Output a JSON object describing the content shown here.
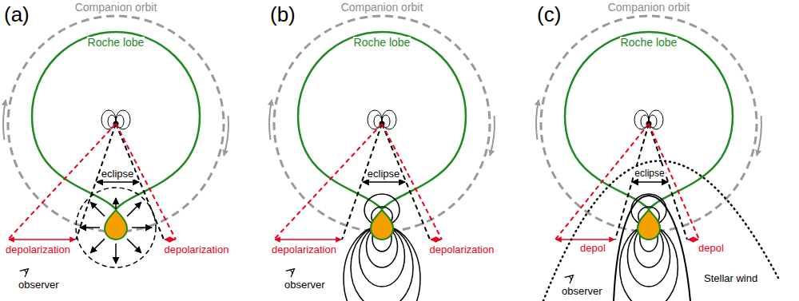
{
  "diagram": {
    "labels": [
      "(a)",
      "Companion orbit",
      "Roche lobe",
      "eclipse",
      "depolarization",
      "depolarization",
      "observer",
      "(b)",
      "Companion orbit",
      "Roche lobe",
      "eclipse",
      "depolarization",
      "depolarization",
      "observer",
      "(c)",
      "Companion orbit",
      "Roche lobe",
      "eclipse",
      "depol",
      "depol",
      "Stellar wind",
      "observer"
    ]
  }
}
